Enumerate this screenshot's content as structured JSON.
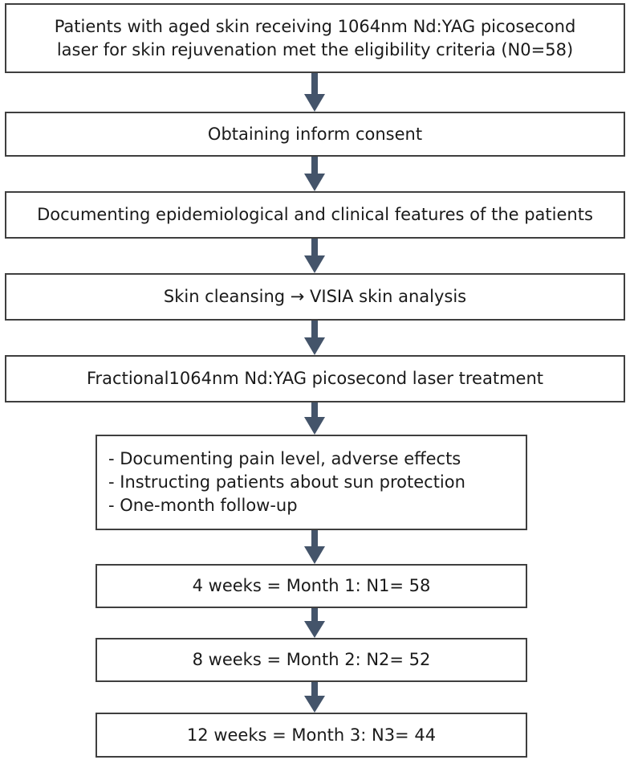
{
  "flowchart": {
    "steps": [
      {
        "lines": [
          "Patients with aged skin receiving 1064nm Nd:YAG picosecond",
          "laser for skin rejuvenation met the eligibility criteria (N0=58)"
        ]
      },
      {
        "lines": [
          "Obtaining inform consent"
        ]
      },
      {
        "lines": [
          "Documenting epidemiological and clinical features of the patients"
        ]
      },
      {
        "lines": [
          "Skin cleansing → VISIA skin analysis"
        ]
      },
      {
        "lines": [
          "Fractional1064nm Nd:YAG picosecond laser treatment"
        ]
      },
      {
        "lines": [
          "- Documenting pain level, adverse effects",
          "- Instructing patients about sun protection",
          "- One-month follow-up"
        ]
      },
      {
        "lines": [
          "4 weeks = Month 1: N1= 58"
        ]
      },
      {
        "lines": [
          "8 weeks = Month 2: N2= 52"
        ]
      },
      {
        "lines": [
          "12 weeks = Month 3: N3= 44"
        ]
      }
    ],
    "colors": {
      "border": "#3f3f3f",
      "arrow": "#44546a",
      "text": "#1a1a1a"
    }
  }
}
